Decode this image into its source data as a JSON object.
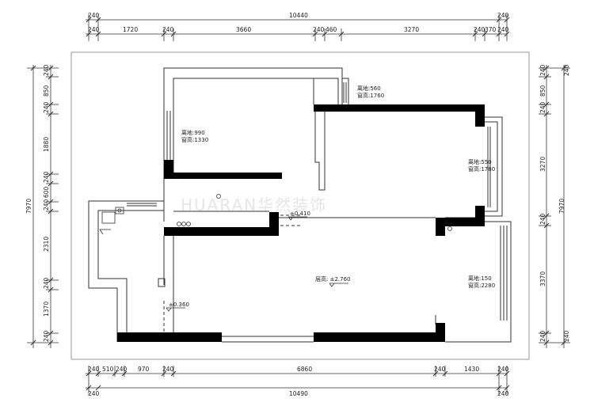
{
  "watermark": "HUARAN华然装饰",
  "dimensions": {
    "top_total": "10440",
    "top_segments": [
      "240",
      "1720",
      "240",
      "3660",
      "240",
      "460",
      "3270",
      "240",
      "370",
      "240"
    ],
    "bottom_segments": [
      "240",
      "510",
      "240",
      "970",
      "240",
      "6860",
      "240",
      "1430",
      "240"
    ],
    "bottom_total": "10490",
    "left_total": "7970",
    "left_segments": [
      "240",
      "850",
      "240",
      "1880",
      "240",
      "600",
      "240",
      "2310",
      "240",
      "1370",
      "240"
    ],
    "right_total": "7970",
    "right_segments": [
      "240",
      "850",
      "240",
      "3270",
      "240",
      "3370",
      "240"
    ]
  },
  "rooms": {
    "window_top_a": {
      "sill": "离地:560",
      "height": "窗高:1760"
    },
    "window_left": {
      "sill": "离地:990",
      "height": "窗高:1330"
    },
    "window_right_bay": {
      "sill": "离地:550",
      "height": "窗高:1780"
    },
    "window_right_low": {
      "sill": "离地:150",
      "height": "窗高:2280"
    },
    "level_mid": "±0.410",
    "level_main": "层高: ±2.760",
    "level_bottom": "±0.360"
  }
}
